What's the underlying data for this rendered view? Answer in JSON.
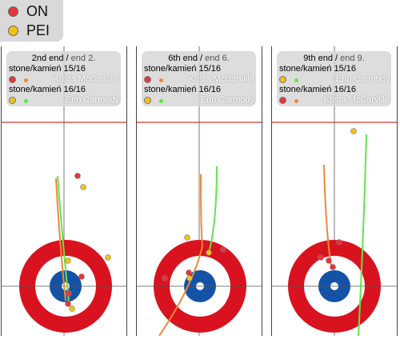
{
  "colors": {
    "ON": "#e8343f",
    "PEI": "#f2c21b",
    "house_outer": "#d9121f",
    "house_inner": "#1452a6",
    "trail_ON": "#f0883a",
    "trail_PEI": "#62e44a",
    "hog_line": "#cc0000"
  },
  "legend": [
    {
      "team": "ON",
      "label": "ON",
      "color": "#e8343f"
    },
    {
      "team": "PEI",
      "label": "PEI",
      "color": "#f2c21b"
    }
  ],
  "panels": [
    {
      "end_main": "2nd end",
      "separator": " / ",
      "end_alt": "end 2.",
      "shots": [
        {
          "label_main": "stone",
          "label_sep": "/",
          "label_alt": "kamień",
          "number": " 15/16",
          "team": "ON",
          "player": "Krista McCarville",
          "trail_color": "#f0883a"
        },
        {
          "label_main": "stone",
          "label_sep": "/",
          "label_alt": "kamień",
          "number": " 16/16",
          "team": "PEI",
          "player": "Erin Carmody",
          "trail_color": "#62e44a"
        }
      ]
    },
    {
      "end_main": "6th end",
      "separator": " / ",
      "end_alt": "end 6.",
      "shots": [
        {
          "label_main": "stone",
          "label_sep": "/",
          "label_alt": "kamień",
          "number": " 15/16",
          "team": "ON",
          "player": "Krista McCarville",
          "trail_color": "#f0883a"
        },
        {
          "label_main": "stone",
          "label_sep": "/",
          "label_alt": "kamień",
          "number": " 16/16",
          "team": "PEI",
          "player": "Erin Carmody",
          "trail_color": "#62e44a"
        }
      ]
    },
    {
      "end_main": "9th end",
      "separator": " / ",
      "end_alt": "end 9.",
      "shots": [
        {
          "label_main": "stone",
          "label_sep": "/",
          "label_alt": "kamień",
          "number": " 15/16",
          "team": "PEI",
          "player": "Erin Carmody",
          "trail_color": "#62e44a"
        },
        {
          "label_main": "stone",
          "label_sep": "/",
          "label_alt": "kamień",
          "number": " 16/16",
          "team": "ON",
          "player": "Krista McCarville",
          "trail_color": "#f0883a"
        }
      ]
    }
  ]
}
